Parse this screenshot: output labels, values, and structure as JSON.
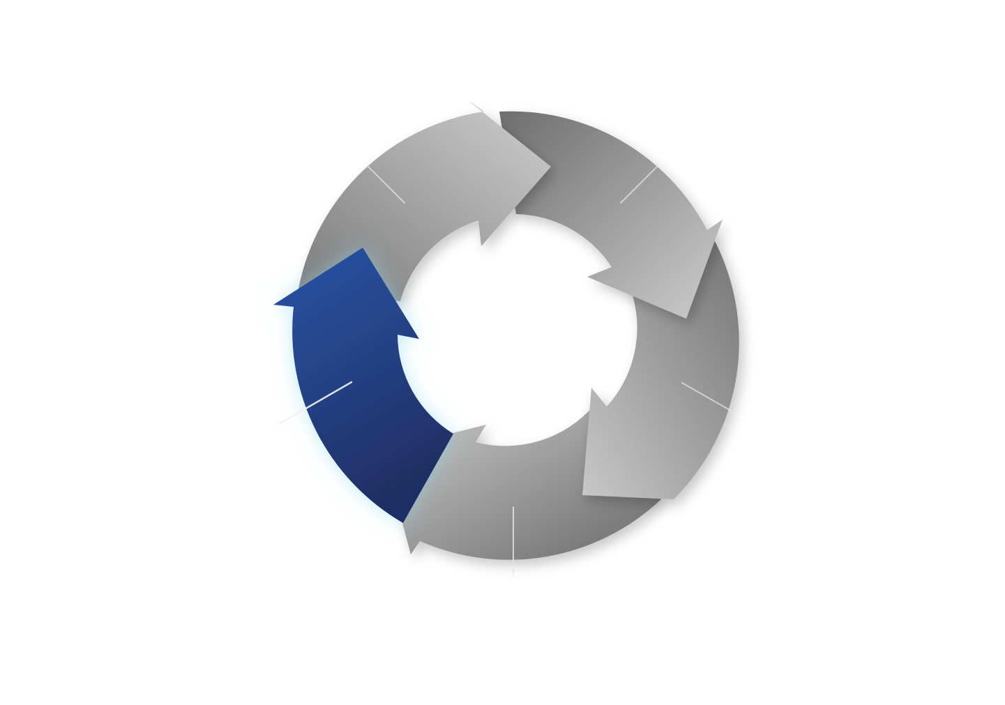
{
  "diagram": {
    "type": "cycle",
    "segment_count": 5,
    "highlighted_segment": 4,
    "colors": {
      "background": "#ffffff",
      "gray_dark": "#6e6e6e",
      "gray_mid": "#9a9a9a",
      "gray_light": "#cfcfcf",
      "blue_light": "#2a55a8",
      "blue_dark": "#1f2f63",
      "glow": "#bfe9f7",
      "separator": "#e6e6e6"
    },
    "segments": [
      {
        "id": "segment-1",
        "direction": "clockwise",
        "state": "default"
      },
      {
        "id": "segment-2",
        "direction": "clockwise",
        "state": "default"
      },
      {
        "id": "segment-3",
        "direction": "clockwise",
        "state": "default"
      },
      {
        "id": "segment-4",
        "direction": "clockwise",
        "state": "default"
      },
      {
        "id": "segment-5",
        "direction": "clockwise",
        "state": "highlighted"
      }
    ]
  }
}
